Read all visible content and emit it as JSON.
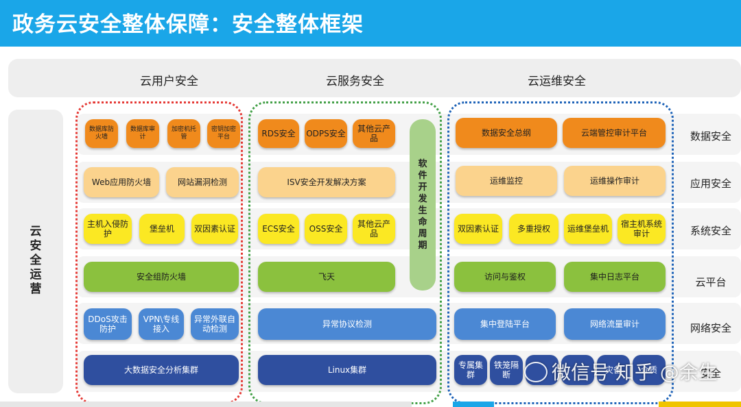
{
  "title": "政务云安全整体保障：安全整体框架",
  "columns": [
    "云用户安全",
    "云服务安全",
    "云运维安全"
  ],
  "sidebar_label": "云安全运营",
  "row_labels": [
    "数据安全",
    "应用安全",
    "系统安全",
    "云平台",
    "网络安全",
    "安全"
  ],
  "lifecycle": "软件开发生命周期",
  "user": {
    "r1": [
      "数据库防火墙",
      "数据库审计",
      "加密机托管",
      "密钥加密平台"
    ],
    "r2": [
      "Web应用防火墙",
      "网站漏洞检测"
    ],
    "r3": [
      "主机入侵防护",
      "堡垒机",
      "双因素认证"
    ],
    "r4": "安全组防火墙",
    "r5": [
      "DDoS攻击防护",
      "VPN\\专线接入",
      "异常外联自动检测"
    ],
    "r6": "大数据安全分析集群"
  },
  "service": {
    "r1": [
      "RDS安全",
      "ODPS安全",
      "其他云产品"
    ],
    "r2": "ISV安全开发解决方案",
    "r3": [
      "ECS安全",
      "OSS安全",
      "其他云产品"
    ],
    "r4": "飞天",
    "r5": "异常协议检测",
    "r6": "Linux集群"
  },
  "ops": {
    "r1": [
      "数据安全总纲",
      "云端管控审计平台"
    ],
    "r2": [
      "运维监控",
      "运维操作审计"
    ],
    "r3": [
      "双因素认证",
      "多重授权",
      "运维堡垒机",
      "宿主机系统审计"
    ],
    "r4": [
      "访问与鉴权",
      "集中日志平台"
    ],
    "r5": [
      "集中登陆平台",
      "网络流量审计"
    ],
    "r6": [
      "专属集群",
      "铁笼隔断",
      "",
      "",
      "灾备",
      "介质"
    ]
  },
  "watermark": "微信号 知乎 @余生",
  "colors": {
    "header": "#1aa6e8",
    "red_group": "#e53935",
    "green_group": "#43a047",
    "blue_group": "#1e63b8"
  }
}
